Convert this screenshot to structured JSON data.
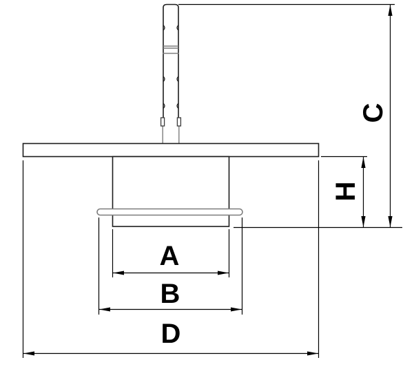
{
  "drawing": {
    "background": "#ffffff",
    "dimensions": {
      "A": {
        "label": "A",
        "axis": "horizontal"
      },
      "B": {
        "label": "B",
        "axis": "horizontal"
      },
      "D": {
        "label": "D",
        "axis": "horizontal"
      },
      "C": {
        "label": "C",
        "axis": "vertical"
      },
      "H": {
        "label": "H",
        "axis": "vertical"
      }
    },
    "colors": {
      "outline": "#1c1c1c",
      "secondary_line": "#7d7d7d",
      "dimension_line": "#000000",
      "label_text": "#000000"
    }
  }
}
